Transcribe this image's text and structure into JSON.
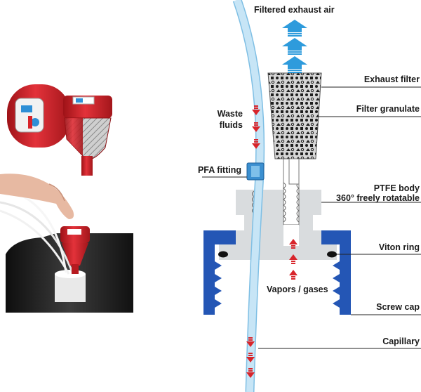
{
  "labels": {
    "filtered_air": "Filtered exhaust air",
    "exhaust_filter": "Exhaust filter",
    "filter_granulate": "Filter granulate",
    "waste_fluids_1": "Waste",
    "waste_fluids_2": "fluids",
    "pfa_fitting": "PFA fitting",
    "ptfe_body_1": "PTFE body",
    "ptfe_body_2": "360° freely rotatable",
    "viton_ring": "Viton ring",
    "vapors_gases": "Vapors / gases",
    "screw_cap": "Screw cap",
    "capillary": "Capillary"
  },
  "colors": {
    "screw_cap": "#2456b5",
    "ptfe_body": "#d9dcde",
    "capillary": "#bfe1f4",
    "fitting": "#3b8fd0",
    "flow_arrow_up": "#2e9bdc",
    "fluid_arrow": "#d8252b",
    "filter_fill": "#d3d3d3",
    "product_red": "#d8232a"
  },
  "icons": {
    "filter_pattern": "granulate-pattern",
    "exhaust_arrows": "chevron-up-arrows",
    "fluid_arrows": "down-arrows",
    "vapor_arrows": "up-arrows"
  }
}
